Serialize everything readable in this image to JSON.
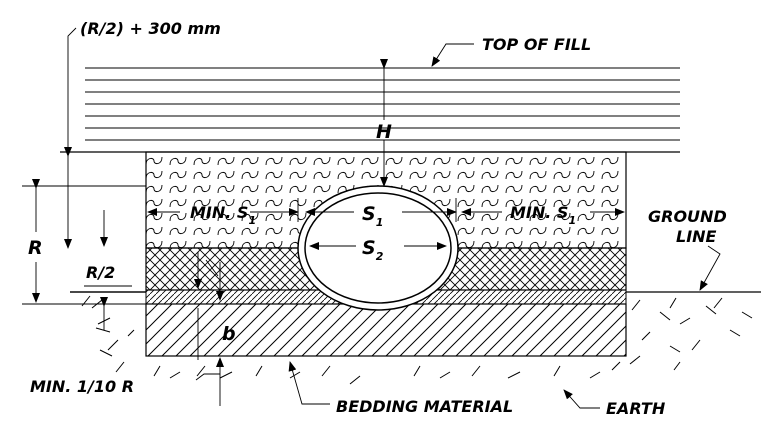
{
  "labels": {
    "cover_note": "(R/2) + 300 mm",
    "top_of_fill": "TOP OF FILL",
    "height": "H",
    "min_s1_left_prefix": "MIN. S",
    "min_s1_right_prefix": "MIN. S",
    "s1_main": "S",
    "s2_main": "S",
    "sub_1": "1",
    "sub_2": "2",
    "ground_line_1": "GROUND",
    "ground_line_2": "LINE",
    "r": "R",
    "r_half": "R/2",
    "b": "b",
    "min_bedding": "MIN. 1/10 R",
    "bedding_material": "BEDDING MATERIAL",
    "earth": "EARTH"
  }
}
